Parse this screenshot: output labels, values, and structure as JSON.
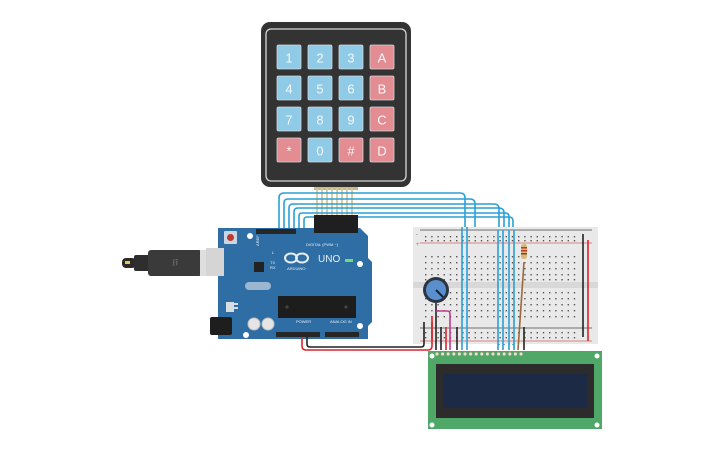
{
  "diagram": {
    "title": "Arduino keypad + LCD circuit",
    "keypad": {
      "keys": [
        [
          "1",
          "2",
          "3",
          "A"
        ],
        [
          "4",
          "5",
          "6",
          "B"
        ],
        [
          "7",
          "8",
          "9",
          "C"
        ],
        [
          "*",
          "0",
          "#",
          "D"
        ]
      ],
      "digit_color": "#8fcbe6",
      "letter_color": "#e38c92",
      "body_color": "#333333"
    },
    "arduino": {
      "model_label": "UNO",
      "brand_label": "ARDUINO",
      "digital_label": "DIGITAL (PWM ~)",
      "power_label": "POWER",
      "analog_label": "ANALOG IN",
      "aref_label": "AREF",
      "gnd_label": "GND",
      "led_l_label": "L",
      "tx_label": "TX",
      "rx_label": "RX",
      "on_label": "ON",
      "board_color": "#2f6ea5"
    },
    "breadboard": {
      "minus_label": "-",
      "plus_label": "+"
    },
    "lcd": {
      "screen_color": "#1c2a45",
      "pcb_color": "#4fa868",
      "pin_count": 16
    },
    "wire_colors": {
      "signal": "#2a9fd6",
      "power": "#d8252b",
      "ground": "#222222",
      "contrast": "#c4388f",
      "backlight": "#9a6a3c"
    }
  }
}
